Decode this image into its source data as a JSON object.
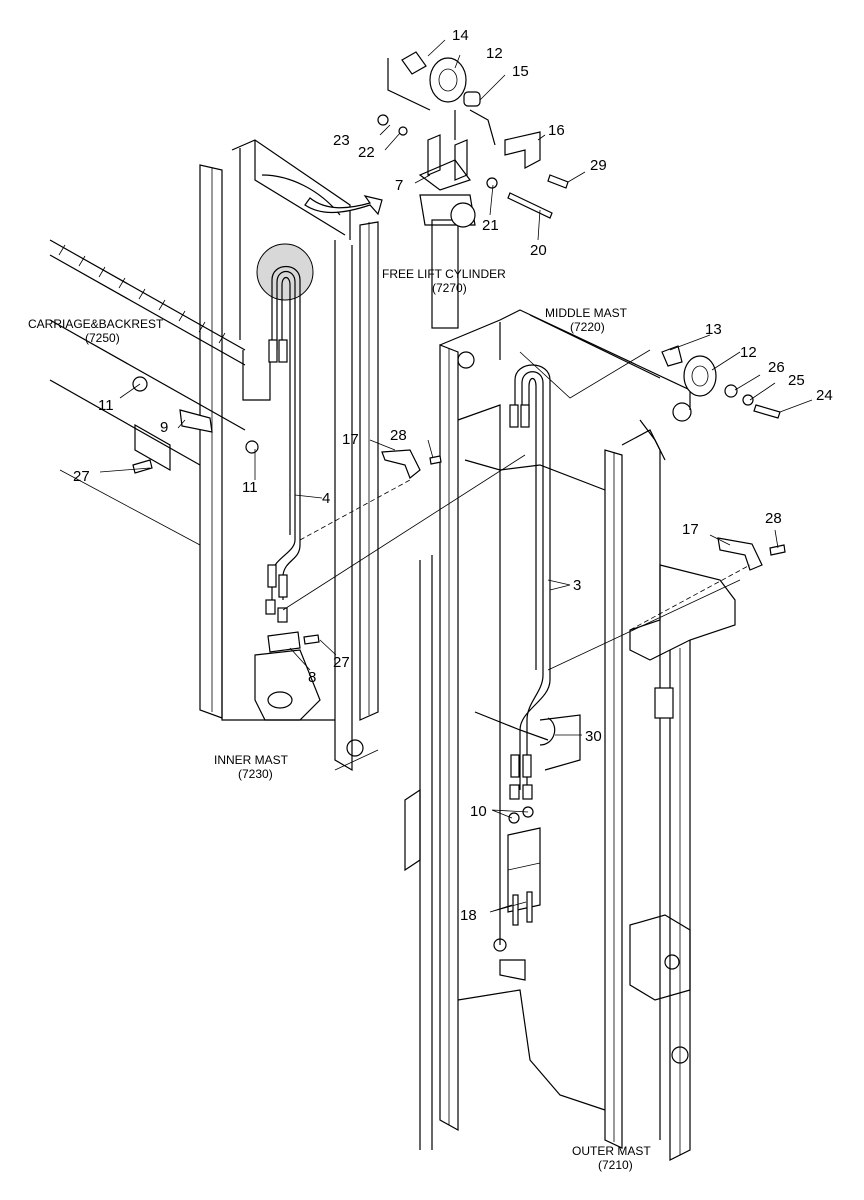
{
  "components": [
    {
      "name": "FREE LIFT CYLINDER",
      "code": "(7270)"
    },
    {
      "name": "MIDDLE MAST",
      "code": "(7220)"
    },
    {
      "name": "CARRIAGE&BACKREST",
      "code": "(7250)"
    },
    {
      "name": "INNER MAST",
      "code": "(7230)"
    },
    {
      "name": "OUTER MAST",
      "code": "(7210)"
    }
  ],
  "callouts": [
    "14",
    "12",
    "15",
    "23",
    "22",
    "16",
    "29",
    "7",
    "21",
    "20",
    "13",
    "12",
    "26",
    "25",
    "24",
    "11",
    "9",
    "27",
    "11",
    "17",
    "28",
    "4",
    "27",
    "8",
    "17",
    "28",
    "3",
    "30",
    "10",
    "18"
  ]
}
